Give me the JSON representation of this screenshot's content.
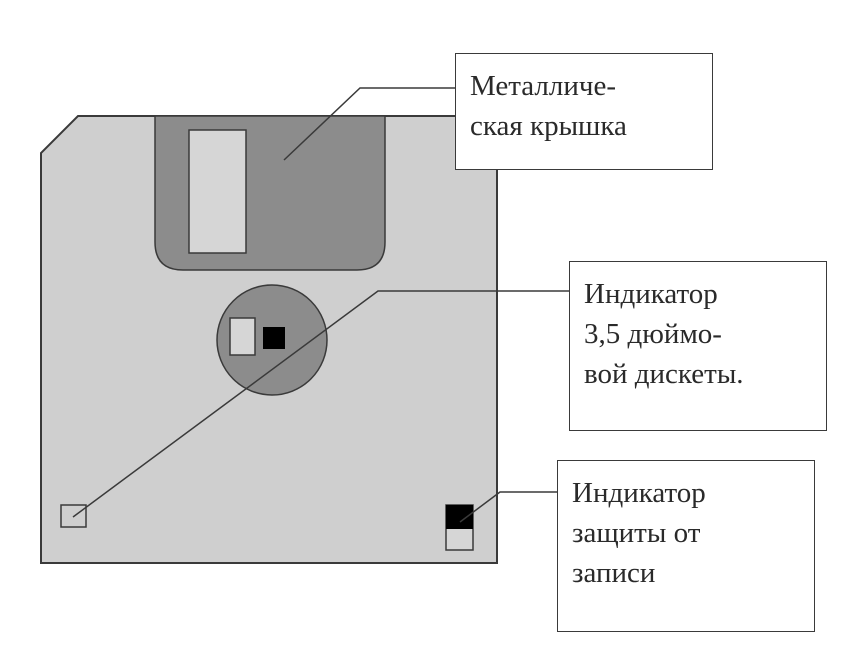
{
  "colors": {
    "disk_body": "#cfcfcf",
    "shutter": "#8c8c8c",
    "window": "#d6d6d6",
    "hub": "#8c8c8c",
    "indicator_dark": "#000000",
    "outline": "#3a3a3a"
  },
  "labels": {
    "shutter": {
      "line1": "Металличе-",
      "line2": "ская крышка"
    },
    "density": {
      "line1": "Индикатор",
      "line2": "3,5 дюймо-",
      "line3": "вой дискеты."
    },
    "protect": {
      "line1": "Индикатор",
      "line2": "защиты от",
      "line3": "записи"
    }
  }
}
